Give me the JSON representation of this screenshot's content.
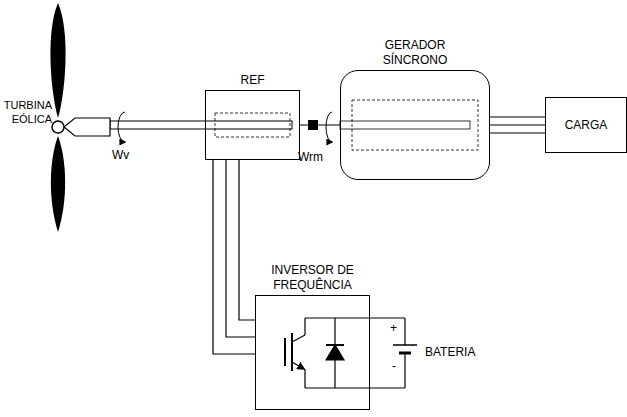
{
  "diagram": {
    "nodes": [
      {
        "text": [
          "REF"
        ]
      },
      {
        "text": [
          "GERADOR SÍNCRONO"
        ]
      },
      {
        "text": [
          "CARGA"
        ]
      },
      {
        "text": [
          "INVERSOR DE FREQUÊNCIA"
        ]
      }
    ],
    "edges": [
      {
        "from": 0,
        "to": 1,
        "arrow": "none"
      },
      {
        "from": 1,
        "to": 2,
        "arrow": "none"
      },
      {
        "from": 0,
        "to": 3,
        "arrow": "none"
      }
    ],
    "labels": [
      "TURBINA EÓLICA",
      "Wv",
      "Wrm",
      "BATERIA",
      "+",
      "-"
    ]
  }
}
